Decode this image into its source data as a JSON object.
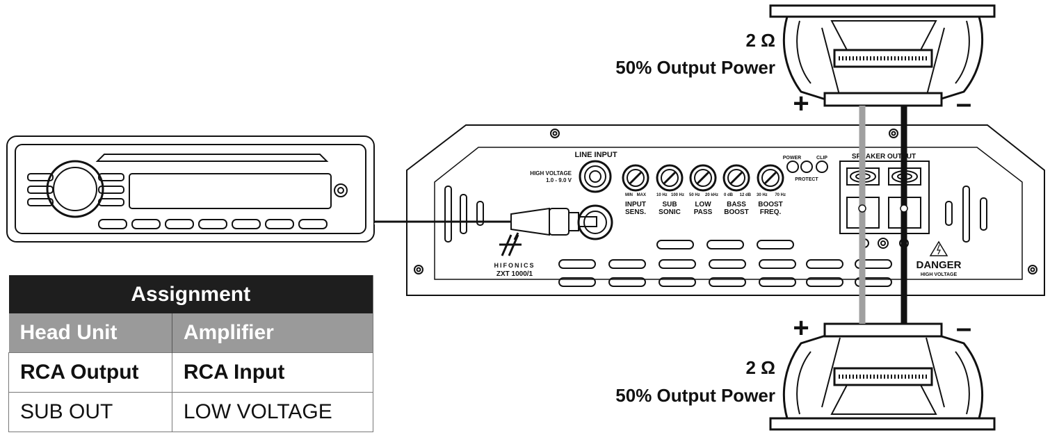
{
  "speaker_top": {
    "impedance": "2 Ω",
    "power": "50% Output Power",
    "plus": "+",
    "minus": "–"
  },
  "speaker_bottom": {
    "impedance": "2 Ω",
    "power": "50% Output Power",
    "plus": "+",
    "minus": "–"
  },
  "amplifier": {
    "line_input": "LINE INPUT",
    "high_voltage": "HIGH VOLTAGE",
    "voltage_range": "1.0 - 9.0 V",
    "knobs": [
      {
        "range_low": "MIN",
        "range_high": "MAX",
        "label1": "INPUT",
        "label2": "SENS."
      },
      {
        "range_low": "10 Hz",
        "range_high": "100 Hz",
        "label1": "SUB",
        "label2": "SONIC"
      },
      {
        "range_low": "50 Hz",
        "range_high": "20 kHz",
        "label1": "LOW",
        "label2": "PASS"
      },
      {
        "range_low": "0 dB",
        "range_high": "12 dB",
        "label1": "BASS",
        "label2": "BOOST"
      },
      {
        "range_low": "30 Hz",
        "range_high": "70 Hz",
        "label1": "BOOST",
        "label2": "FREQ."
      }
    ],
    "power_led": "POWER",
    "protect_led": "PROTECT",
    "clip_led": "CLIP",
    "speaker_output": "SPEAKER OUTPUT",
    "brand": "HIFONICS",
    "model": "ZXT 1000/1",
    "danger": "DANGER",
    "danger_sub": "HIGH VOLTAGE"
  },
  "table": {
    "title": "Assignment",
    "col1_header": "Head Unit",
    "col2_header": "Amplifier",
    "rows": [
      {
        "c1": "RCA Output",
        "c2": "RCA Input"
      },
      {
        "c1": "SUB OUT",
        "c2": "LOW VOLTAGE"
      }
    ]
  }
}
